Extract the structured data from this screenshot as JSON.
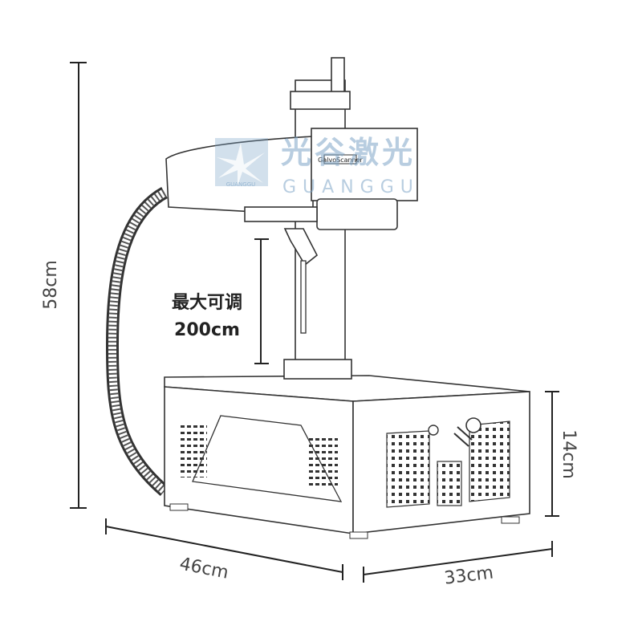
{
  "dimensions": {
    "height_total": "58cm",
    "base_height": "14cm",
    "width": "46cm",
    "depth": "33cm",
    "adjustable_note_line1": "最大可调",
    "adjustable_note_line2": "200cm"
  },
  "watermark": {
    "chinese": "光谷激光",
    "english": "GUANGGU",
    "logo_small": "GUANGGU"
  },
  "machine_label": "GalvoScanner",
  "colors": {
    "line": "#222222",
    "dimension_text": "#444444",
    "watermark": "#7fa6c8"
  }
}
